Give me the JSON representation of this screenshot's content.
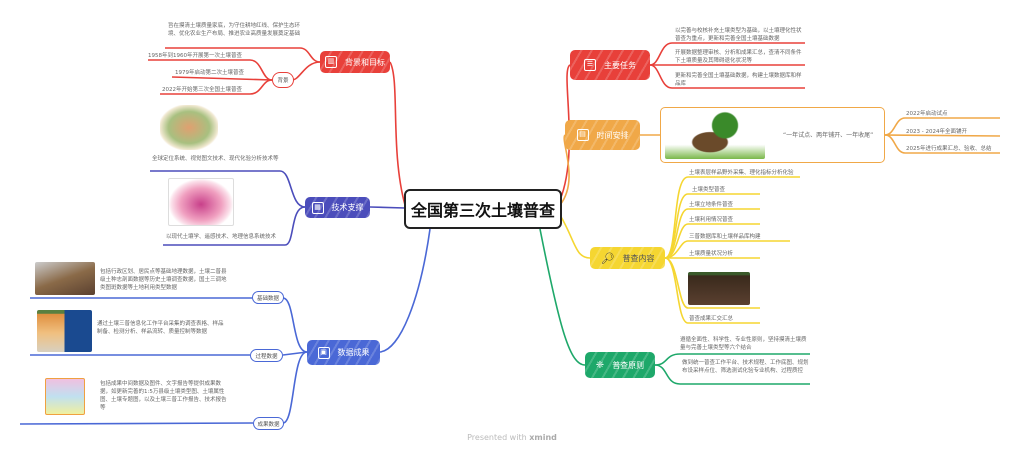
{
  "center": "全国第三次土壤普查",
  "background": {
    "label": "背景和目标",
    "goal": "旨在摸清土壤质量家底，为守住耕地红线、保护生态环境、优化农业生产布局、推进农业高质量发展奠定基础",
    "sub_label": "背景",
    "items": [
      "1958年到1960年开展第一次土壤普查",
      "1979年启动第二次土壤普查",
      "2022年开始第三次全国土壤普查"
    ]
  },
  "tech": {
    "label": "技术支撑",
    "items": [
      "全球定位系统、视觉图文技术、现代化验分析技术等",
      "以现代土壤学、遥感技术、地理信息系统技术"
    ]
  },
  "data": {
    "label": "数据成果",
    "items": [
      {
        "label": "基础数据",
        "text": "包括行政区划、居民点等基础地理数据，土壤二普县级土种志剖面数据等历史土壤调查数据，国土三调地类图斑数据等土地利用类型数据"
      },
      {
        "label": "过程数据",
        "text": "通过土壤三普信息化工作平台采集的调查表格、样品制备、检测分析、样品流转、质量控制等数据"
      },
      {
        "label": "成果数据",
        "text": "包括成果中间数据及图件、文字报告等提供成果数据，如更新完善的1:5万县级土壤类型图、土壤属性图、土壤专题图，以及土壤三普工作报告、技术报告等"
      }
    ]
  },
  "tasks": {
    "label": "主要任务",
    "items": [
      "以完善与校核补充土壤类型为基础，以土壤理化性状普查为重点，更新和完善全国土壤基础数据",
      "开展数据整理审核、分析和成果汇总，查清不同条件下土壤质量及其障碍退化状况等",
      "更新和完善全国土壤基础数据，构建土壤数据库和样品库"
    ]
  },
  "schedule": {
    "label": "时间安排",
    "quote": "“一年试点、两年铺开、一年收尾”",
    "items": [
      "2022年启动试点",
      "2023 - 2024年全面铺开",
      "2025年进行成果汇总、验收、总结"
    ]
  },
  "content": {
    "label": "普查内容",
    "items": [
      "土壤表层样品野外采集、理化指标分析化验",
      "土壤类型普查",
      "土壤立地条件普查",
      "土壤利用情况普查",
      "三普数据库和土壤样品库构建",
      "土壤质量状况分析",
      "普查成果汇交汇总"
    ]
  },
  "principles": {
    "label": "普查原则",
    "items": [
      "遵循全面性、科学性、专业性原则，坚持摸清土壤质量与完善土壤类型等六个结合",
      "做到统一普查工作平台、技术规程、工作底图、规划布设采样点位、筛选测试化验专业机构、过程质控"
    ]
  },
  "footer": {
    "prefix": "Presented with",
    "brand": "xmind"
  },
  "colors": {
    "red": "#e8403a",
    "orange": "#f0a848",
    "yellow": "#f5d631",
    "green": "#1ea86a",
    "purple": "#4b4dbb",
    "blue": "#4a68d6"
  }
}
